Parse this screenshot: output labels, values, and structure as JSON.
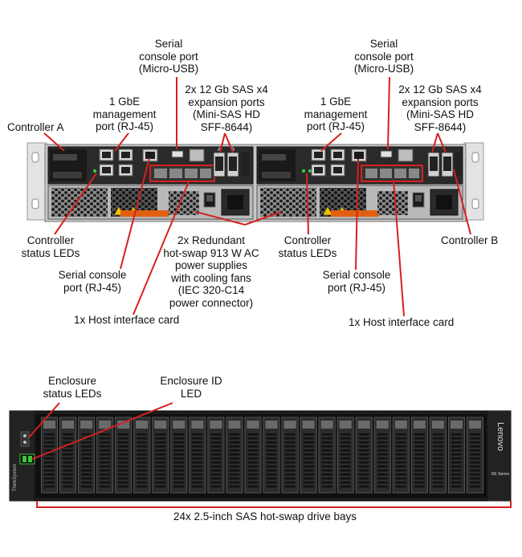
{
  "rear_view": {
    "callouts": {
      "controller_a": "Controller A",
      "controller_b": "Controller B",
      "serial_usb_left": "Serial\nconsole port\n(Micro-USB)",
      "serial_usb_right": "Serial\nconsole port\n(Micro-USB)",
      "mgmt_left": "1 GbE\nmanagement\nport (RJ-45)",
      "mgmt_right": "1 GbE\nmanagement\nport (RJ-45)",
      "sas_left": "2x 12 Gb SAS x4\nexpansion ports\n(Mini-SAS HD\nSFF-8644)",
      "sas_right": "2x 12 Gb SAS x4\nexpansion ports\n(Mini-SAS HD\nSFF-8644)",
      "status_leds_left": "Controller\nstatus LEDs",
      "status_leds_right": "Controller\nstatus LEDs",
      "power_supplies": "2x Redundant\nhot-swap 913 W AC\npower supplies\nwith cooling fans\n(IEC 320-C14\npower connector)",
      "serial_rj45_left": "Serial console\nport (RJ-45)",
      "serial_rj45_right": "Serial console\nport (RJ-45)",
      "host_card_left": "1x Host interface card",
      "host_card_right": "1x Host interface card"
    },
    "port_labels": {
      "sas_a": "A",
      "sas_b": "B"
    }
  },
  "front_view": {
    "callouts": {
      "enclosure_status_leds": "Enclosure\nstatus LEDs",
      "enclosure_id_led": "Enclosure ID\nLED",
      "drive_bays": "24x 2.5-inch SAS hot-swap drive bays"
    },
    "branding": {
      "brand_right": "Lenovo",
      "brand_left": "ThinkSystem",
      "series": "DE Series"
    },
    "bay_count": 24
  },
  "colors": {
    "callout_line": "#d62020",
    "chassis_dark": "#1c1c1c",
    "chassis_mid": "#3a3a3a",
    "chassis_silver": "#c8c8c8",
    "led_green": "#3cc43c",
    "warning_yellow": "#f0c000",
    "handle_orange": "#e06010"
  }
}
